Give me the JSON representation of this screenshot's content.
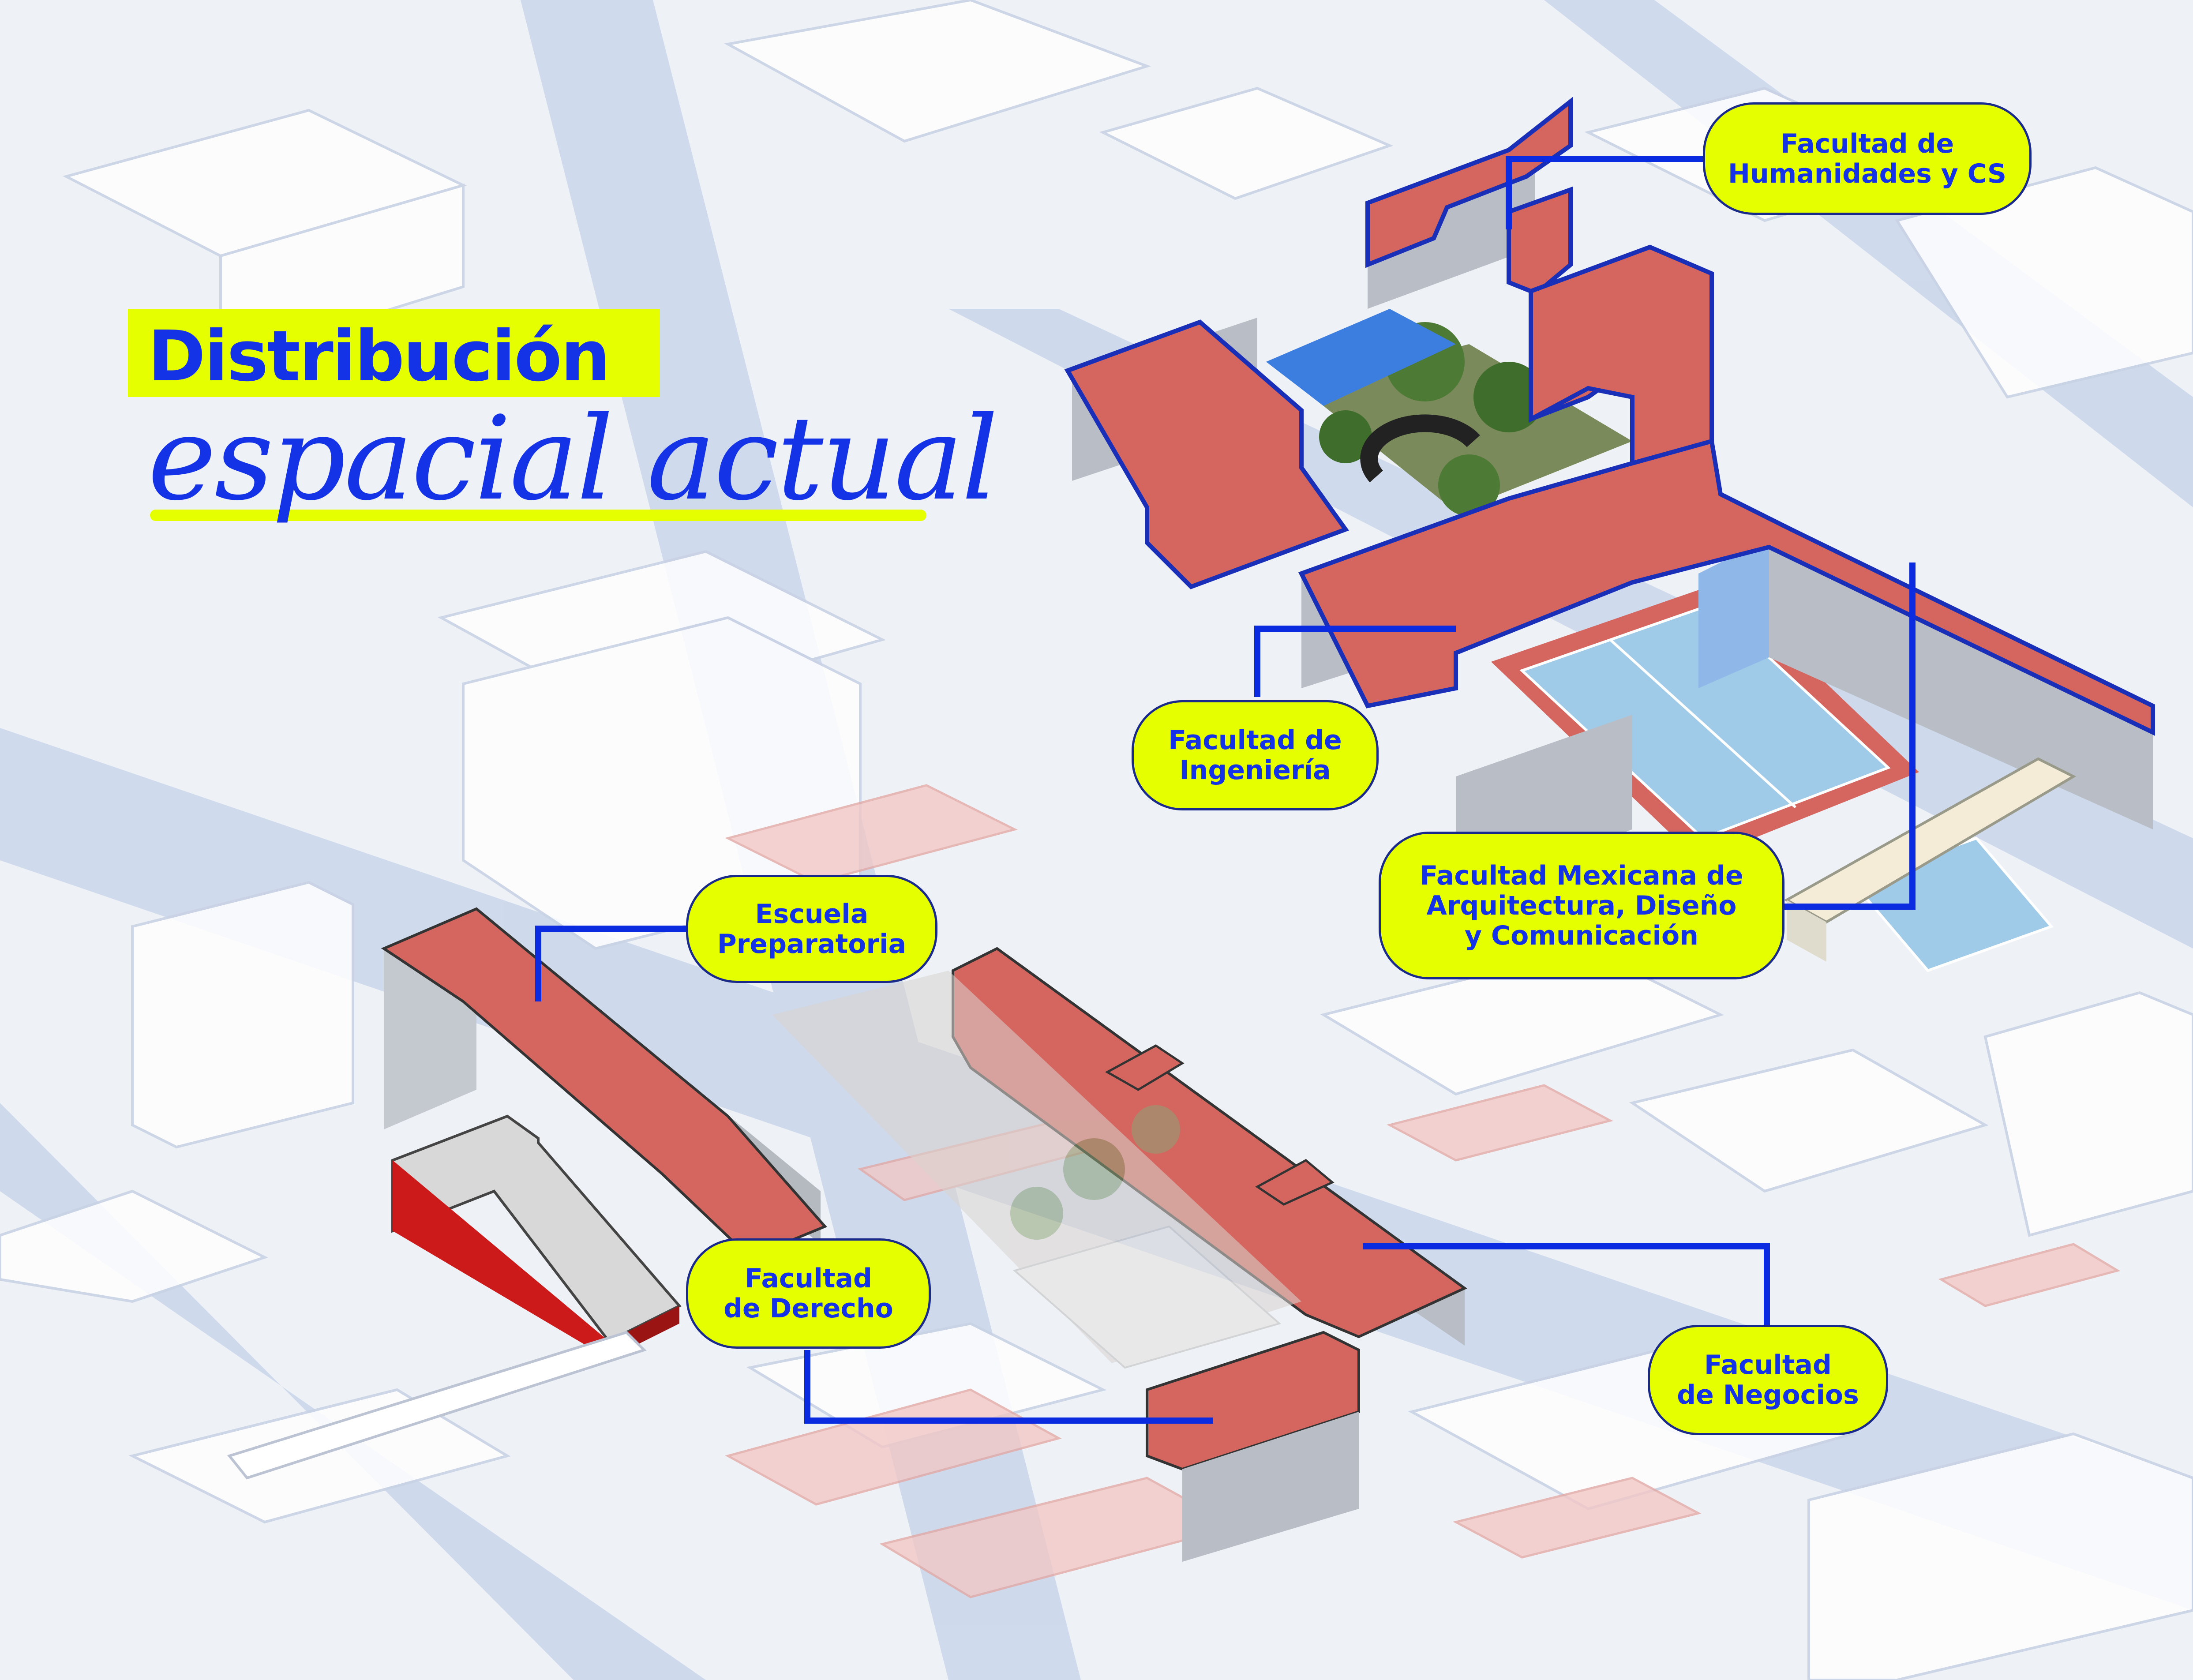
{
  "title": {
    "line1": "Distribución",
    "line2": "espacial actual"
  },
  "labels": {
    "humanidades": {
      "line1": "Facultad de",
      "line2": "Humanidades y CS"
    },
    "ingenieria": {
      "line1": "Facultad de",
      "line2": "Ingeniería"
    },
    "arquitectura": {
      "line1": "Facultad Mexicana de",
      "line2": "Arquitectura, Diseño",
      "line3": "y Comunicación"
    },
    "preparatoria": {
      "line1": "Escuela",
      "line2": "Preparatoria"
    },
    "derecho": {
      "line1": "Facultad",
      "line2": "de Derecho"
    },
    "negocios": {
      "line1": "Facultad",
      "line2": "de Negocios"
    }
  },
  "colors": {
    "accent_yellow": "#e6ff00",
    "accent_blue": "#1432e6",
    "roof_red": "#d4665f",
    "court_blue": "#9fcbe8"
  }
}
